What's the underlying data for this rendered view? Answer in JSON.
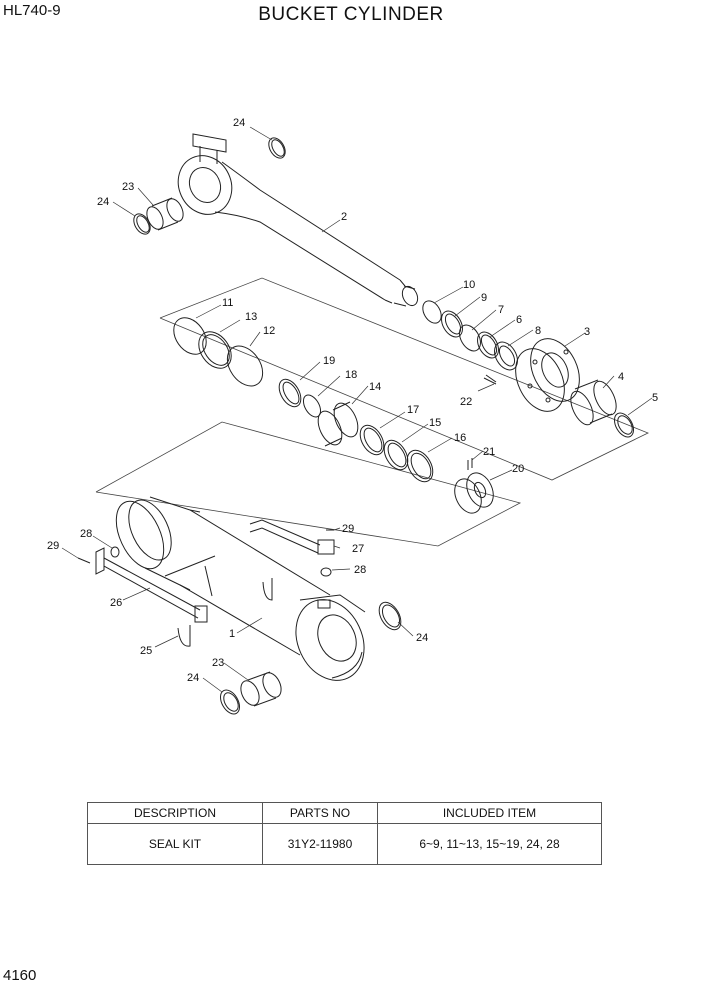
{
  "header": {
    "model": "HL740-9",
    "title": "BUCKET CYLINDER"
  },
  "footer": {
    "page_number": "4160"
  },
  "callouts": [
    "24",
    "23",
    "24",
    "2",
    "10",
    "9",
    "7",
    "6",
    "8",
    "3",
    "4",
    "5",
    "11",
    "13",
    "12",
    "19",
    "18",
    "14",
    "17",
    "15",
    "16",
    "22",
    "21",
    "20",
    "28",
    "29",
    "29",
    "27",
    "28",
    "26",
    "1",
    "25",
    "24",
    "23",
    "24"
  ],
  "kit_table": {
    "headers": [
      "DESCRIPTION",
      "PARTS NO",
      "INCLUDED ITEM"
    ],
    "rows": [
      [
        "SEAL KIT",
        "31Y2-11980",
        "6~9, 11~13, 15~19, 24, 28"
      ]
    ]
  }
}
